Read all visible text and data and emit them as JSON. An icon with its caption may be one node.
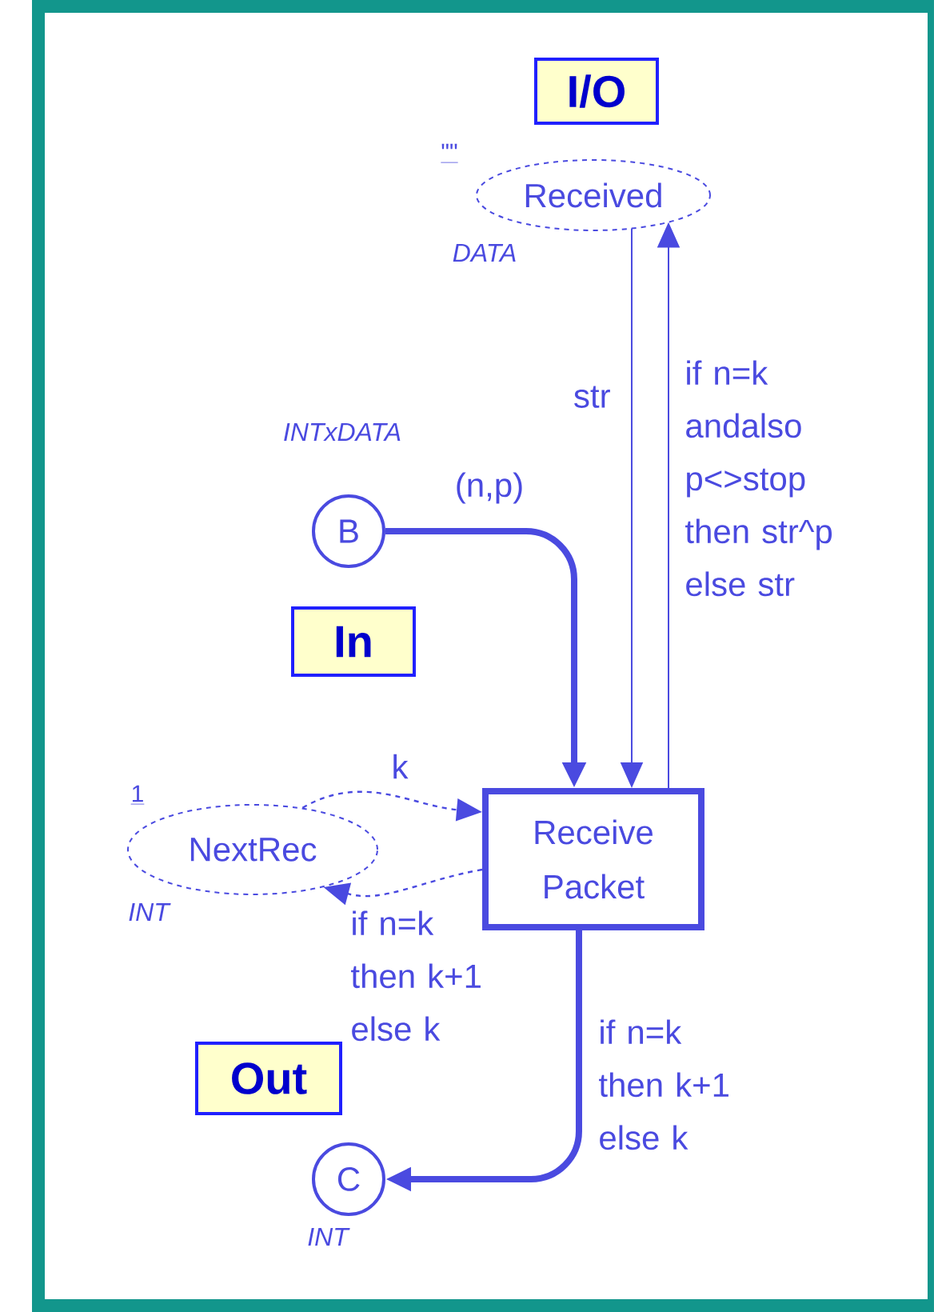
{
  "diagram": {
    "nodes": [
      {
        "text": [
          "I/O"
        ]
      },
      {
        "text": [
          "Received"
        ],
        "beside": [
          "\"\"",
          "DATA"
        ]
      },
      {
        "text": [
          "B"
        ],
        "beside": [
          "INTxDATA"
        ]
      },
      {
        "text": [
          "In"
        ]
      },
      {
        "text": [
          "NextRec"
        ],
        "beside": [
          "1",
          "INT"
        ]
      },
      {
        "text": [
          "Receive Packet"
        ]
      },
      {
        "text": [
          "Out"
        ]
      },
      {
        "text": [
          "C"
        ],
        "beside": [
          "INT"
        ]
      }
    ],
    "edges": [
      {
        "from": 1,
        "to": 5,
        "arrow": "to",
        "label": "str"
      },
      {
        "from": 5,
        "to": 1,
        "arrow": "to",
        "label": "if n=k andalso p<>stop then str^p else str"
      },
      {
        "from": 2,
        "to": 5,
        "arrow": "to",
        "label": "(n,p)",
        "style": "thick"
      },
      {
        "from": 4,
        "to": 5,
        "arrow": "to",
        "label": "k",
        "style": "dashed"
      },
      {
        "from": 5,
        "to": 4,
        "arrow": "to",
        "label": "if n=k then k+1 else k",
        "style": "dashed"
      },
      {
        "from": 5,
        "to": 7,
        "arrow": "to",
        "label": "if n=k then k+1 else k",
        "style": "thick"
      }
    ]
  }
}
